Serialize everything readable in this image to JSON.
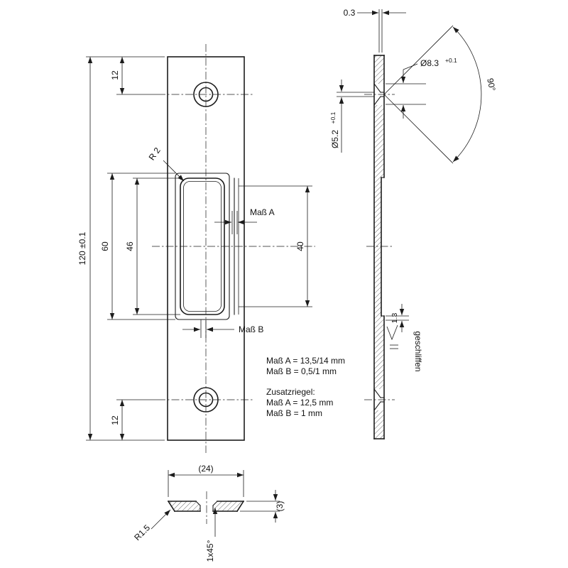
{
  "front_view": {
    "dim_total_height": "120 ±0.1",
    "dim_hole_top_offset": "12",
    "dim_hole_bottom_offset": "12",
    "dim_recess_height": "60",
    "dim_cutout_height": "46",
    "dim_opening_height": "40",
    "radius_label": "R 2",
    "mass_a_label": "Maß A",
    "mass_b_label": "Maß B"
  },
  "notes": {
    "mass_a_value": "Maß A = 13,5/14 mm",
    "mass_b_value": "Maß B = 0,5/1 mm",
    "zusatzriegel_heading": "Zusatzriegel:",
    "zusatzriegel_mass_a": "Maß A = 12,5 mm",
    "zusatzriegel_mass_b": "Maß B = 1 mm"
  },
  "side_view": {
    "dim_offset": "0.3",
    "dia_countersink": "Ø8.3",
    "dia_countersink_tol": "+0.1",
    "dia_hole": "Ø5.2",
    "dia_hole_tol": "+0.1",
    "angle_countersink": "90°",
    "dim_step": "1.3",
    "finish_note": "geschliffen"
  },
  "section_view": {
    "dim_width": "(24)",
    "dim_thickness": "(3)",
    "radius_label": "R1.5",
    "chamfer_label": "1x45°"
  }
}
